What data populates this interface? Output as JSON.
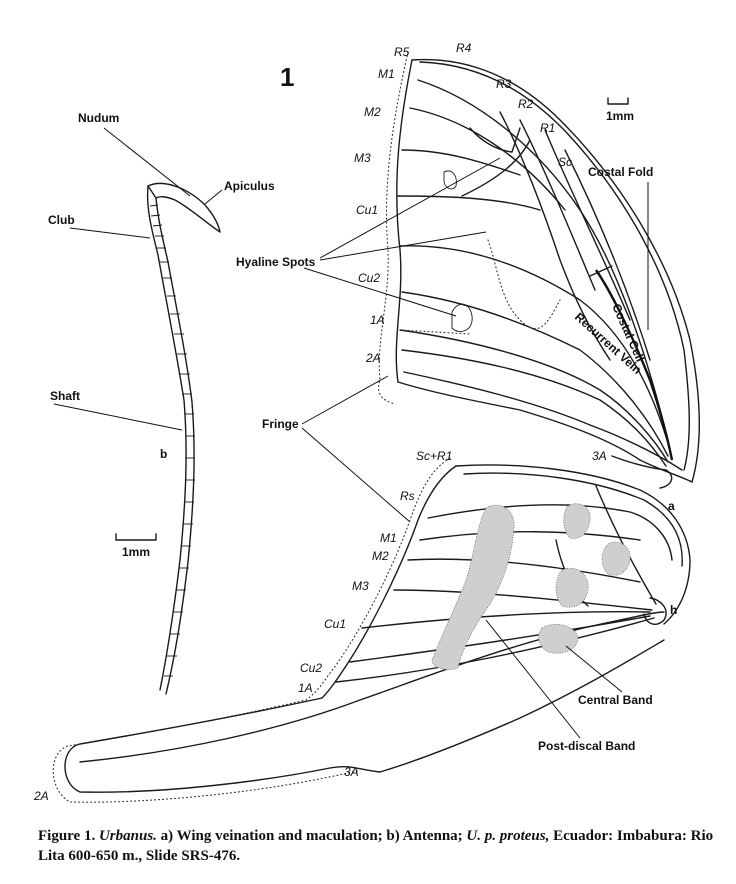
{
  "figure_number": "1",
  "labels": {
    "nudum": "Nudum",
    "apiculus": "Apiculus",
    "club": "Club",
    "shaft": "Shaft",
    "b": "b",
    "scale_antenna": "1mm",
    "scale_wing": "1mm",
    "hyaline_spots": "Hyaline Spots",
    "fringe": "Fringe",
    "costal_fold": "Costal Fold",
    "costal_cell": "Costal Cell",
    "recurrent_vein": "Recurrent Vein",
    "a": "a",
    "h": "h",
    "central_band": "Central Band",
    "postdiscal_band": "Post-discal Band"
  },
  "forewing_veins": {
    "r5": "R5",
    "r4": "R4",
    "r3": "R3",
    "r2": "R2",
    "r1": "R1",
    "sc": "Sc",
    "m1": "M1",
    "m2": "M2",
    "m3": "M3",
    "cu1": "Cu1",
    "cu2": "Cu2",
    "a1": "1A",
    "a2": "2A",
    "a3": "3A"
  },
  "hindwing_veins": {
    "scr1": "Sc+R1",
    "rs": "Rs",
    "m1": "M1",
    "m2": "M2",
    "m3": "M3",
    "cu1": "Cu1",
    "cu2": "Cu2",
    "a1": "1A",
    "a2": "2A",
    "a3": "3A"
  },
  "caption": {
    "prefix": "Figure 1. ",
    "genus": "Urbanus.",
    "part1": " a) Wing veination and maculation; b) Antenna; ",
    "species": "U. p. proteus,",
    "part2": " Ecuador: Imbabura: Rio Lita 600-650 m., Slide SRS-476."
  }
}
